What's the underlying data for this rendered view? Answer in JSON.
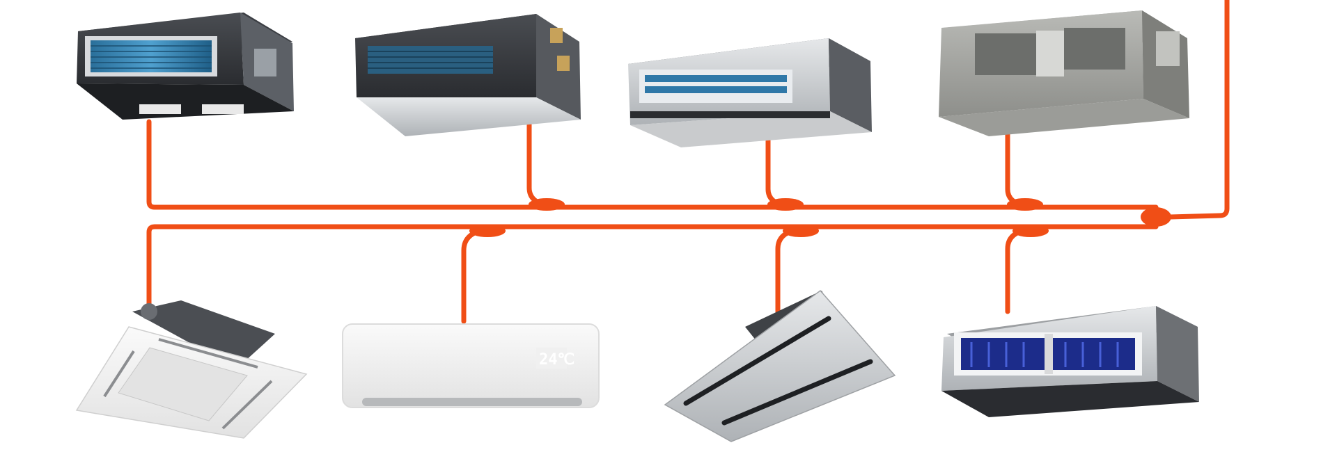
{
  "units": {
    "upper": [
      {
        "kind": "ducted-unit-blue-coil"
      },
      {
        "kind": "ducted-unit-dark-grille"
      },
      {
        "kind": "ducted-unit-slim"
      },
      {
        "kind": "ducted-unit-high-static"
      }
    ],
    "lower": [
      {
        "kind": "ceiling-cassette"
      },
      {
        "kind": "wall-mounted-split",
        "display": "24℃"
      },
      {
        "kind": "ceiling-two-way-cassette"
      },
      {
        "kind": "ducted-unit-open"
      }
    ]
  },
  "colors": {
    "refrigerant_pipe": "#F04E16",
    "background": "#FFFFFF"
  }
}
